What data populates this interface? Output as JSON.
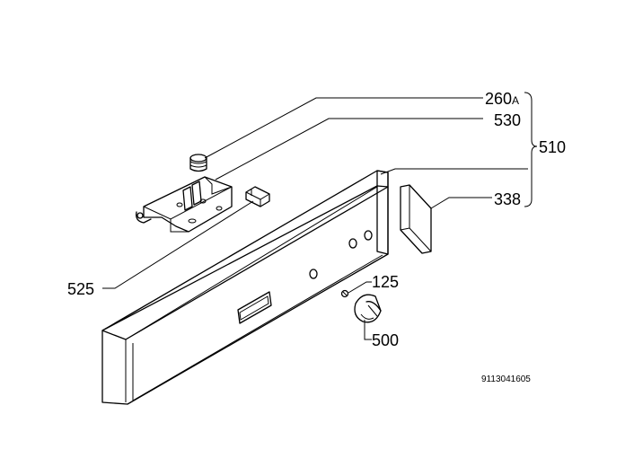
{
  "labels": {
    "p260": "260",
    "p260_suffix": "A",
    "p530": "530",
    "p510": "510",
    "p338": "338",
    "p525": "525",
    "p125": "125",
    "p500": "500"
  },
  "drawing_code": "9113041605",
  "colors": {
    "ink": "#000000",
    "paper": "#ffffff"
  }
}
